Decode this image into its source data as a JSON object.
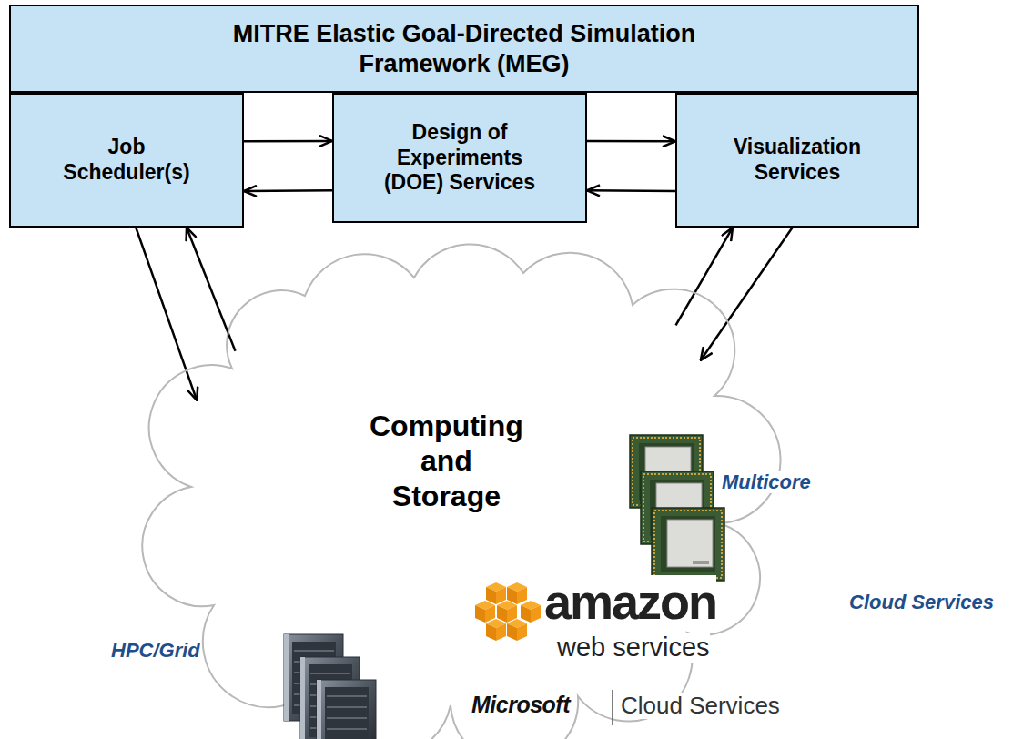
{
  "diagram": {
    "nodes": [
      {
        "text": [
          "MITRE Elastic Goal-Directed Simulation Framework (MEG)"
        ]
      },
      {
        "text": [
          "Job Scheduler(s)"
        ]
      },
      {
        "text": [
          "Design of Experiments (DOE) Services"
        ]
      },
      {
        "text": [
          "Visualization Services"
        ]
      },
      {
        "text": [
          "Computing and Storage"
        ]
      }
    ],
    "edges": [
      {
        "from": 1,
        "to": 2,
        "arrow": "to"
      },
      {
        "from": 2,
        "to": 1,
        "arrow": "to"
      },
      {
        "from": 2,
        "to": 3,
        "arrow": "to"
      },
      {
        "from": 3,
        "to": 2,
        "arrow": "to"
      },
      {
        "from": 1,
        "to": 4,
        "arrow": "to"
      },
      {
        "from": 4,
        "to": 1,
        "arrow": "to"
      },
      {
        "from": 3,
        "to": 4,
        "arrow": "to"
      },
      {
        "from": 4,
        "to": 3,
        "arrow": "to"
      }
    ],
    "labels": [
      "Multicore",
      "amazon",
      "web services",
      "Cloud Services",
      "HPC/Grid",
      "Microsoft",
      "Cloud Services"
    ]
  }
}
